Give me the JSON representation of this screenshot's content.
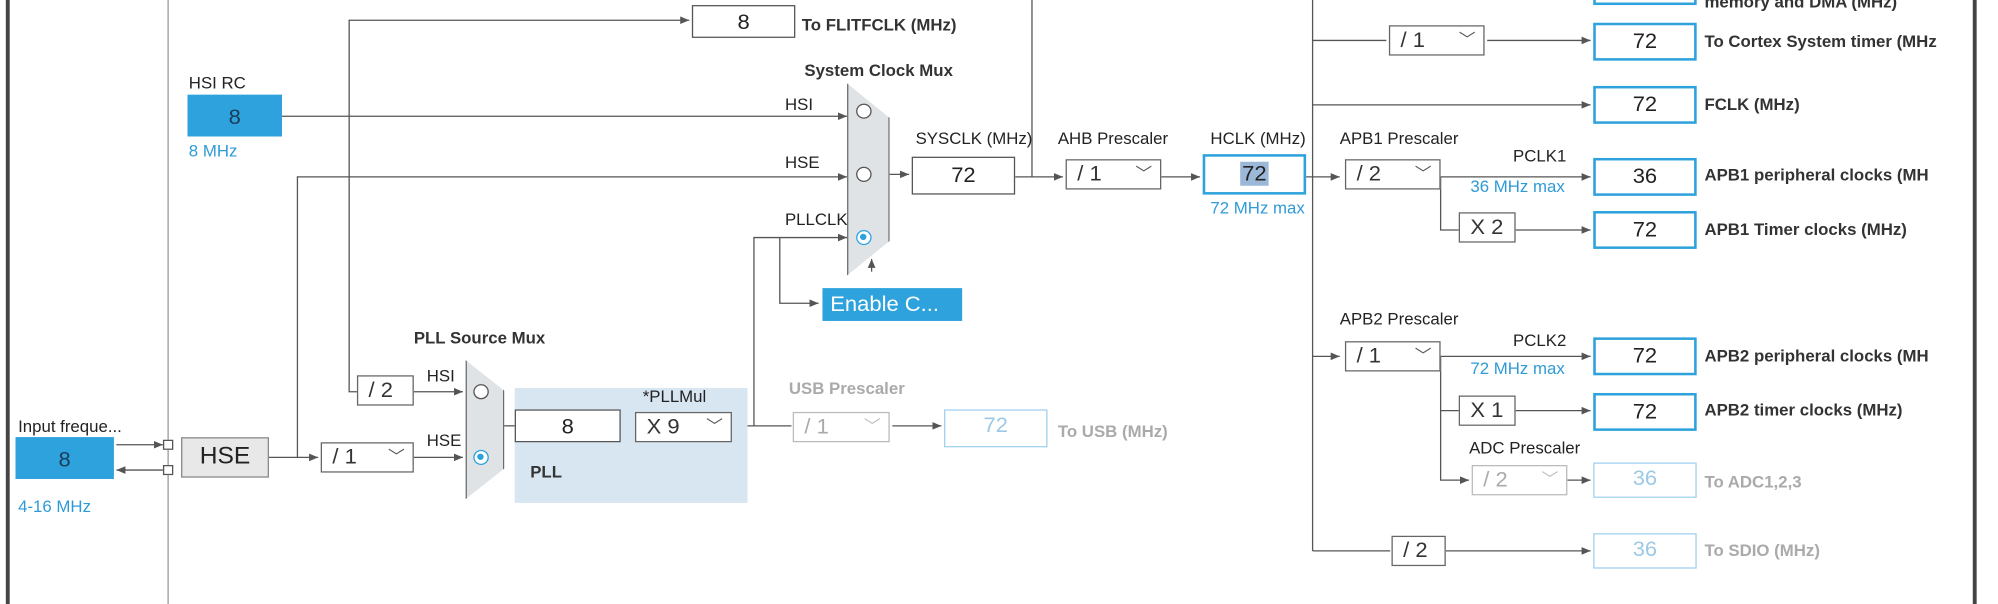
{
  "outputs": {
    "flitfclk": {
      "value": "8",
      "label": "To FLITFCLK (MHz)"
    },
    "dma_partial": "memory and DMA (MHz)",
    "cortex": {
      "value": "72",
      "label": "To Cortex System timer (MHz"
    },
    "fclk": {
      "value": "72",
      "label": "FCLK (MHz)"
    },
    "apb1_periph": {
      "value": "36",
      "label": "APB1 peripheral clocks (MH"
    },
    "apb1_timer": {
      "value": "72",
      "label": "APB1 Timer clocks (MHz)"
    },
    "apb2_periph": {
      "value": "72",
      "label": "APB2 peripheral clocks (MH"
    },
    "apb2_timer": {
      "value": "72",
      "label": "APB2 timer clocks (MHz)"
    },
    "adc": {
      "value": "36",
      "label": "To ADC1,2,3"
    },
    "sdio": {
      "value": "36",
      "label": "To SDIO (MHz)"
    },
    "usb": {
      "value": "72",
      "label": "To USB (MHz)"
    }
  },
  "hsi_rc": {
    "label": "HSI RC",
    "value": "8",
    "note": "8 MHz"
  },
  "input_freq": {
    "label": "Input freque...",
    "value": "8",
    "range": "4-16 MHz"
  },
  "hse_label": "HSE",
  "pll_source_mux": {
    "title": "PLL Source Mux",
    "hsi": "HSI",
    "hse": "HSE",
    "div2": "/ 2"
  },
  "system_clock_mux": {
    "title": "System Clock Mux",
    "hsi": "HSI",
    "hse": "HSE",
    "pllclk": "PLLCLK"
  },
  "pll": {
    "label": "PLL",
    "value": "8",
    "mul_label": "*PLLMul",
    "mul": "X 9"
  },
  "hse_div": "/ 1",
  "enable_css": "Enable C...",
  "sysclk": {
    "label": "SYSCLK (MHz)",
    "value": "72"
  },
  "ahb_prescaler": {
    "label": "AHB Prescaler",
    "value": "/ 1"
  },
  "hclk": {
    "label": "HCLK (MHz)",
    "value": "72",
    "max": "72 MHz max"
  },
  "cortex_div": "/ 1",
  "apb1": {
    "label": "APB1 Prescaler",
    "value": "/ 2",
    "pclk": "PCLK1",
    "max": "36 MHz max",
    "timer_mul": "X 2"
  },
  "apb2": {
    "label": "APB2 Prescaler",
    "value": "/ 1",
    "pclk": "PCLK2",
    "max": "72 MHz max",
    "timer_mul": "X 1"
  },
  "adc_prescaler": {
    "label": "ADC Prescaler",
    "value": "/ 2"
  },
  "sdio_div": "/ 2",
  "usb_prescaler": {
    "label": "USB Prescaler",
    "value": "/ 1"
  },
  "colors": {
    "accent": "#2ea2dc",
    "mux": "#dfe3e6",
    "pll_bg": "#d8e6f2"
  }
}
